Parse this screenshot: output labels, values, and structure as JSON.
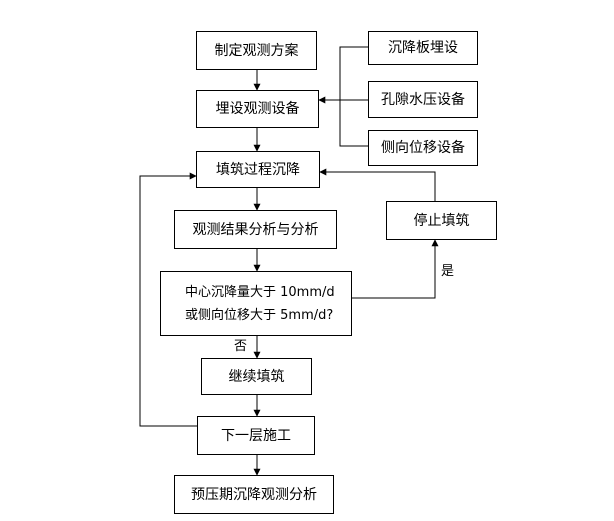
{
  "diagram": {
    "nodes": {
      "plan": "制定观测方案",
      "install": "埋设观测设备",
      "fill_settle": "填筑过程沉降",
      "analysis": "观测结果分析与分析",
      "check_line1": "中心沉降量大于 10mm/d",
      "check_line2": "或侧向位移大于 5mm/d?",
      "continue_fill": "继续填筑",
      "next_layer": "下一层施工",
      "preload": "预压期沉降观测分析",
      "settle_plate": "沉降板埋设",
      "pore_pressure": "孔隙水压设备",
      "lateral": "侧向位移设备",
      "stop_fill": "停止填筑"
    },
    "branches": {
      "yes": "是",
      "no": "否"
    }
  }
}
